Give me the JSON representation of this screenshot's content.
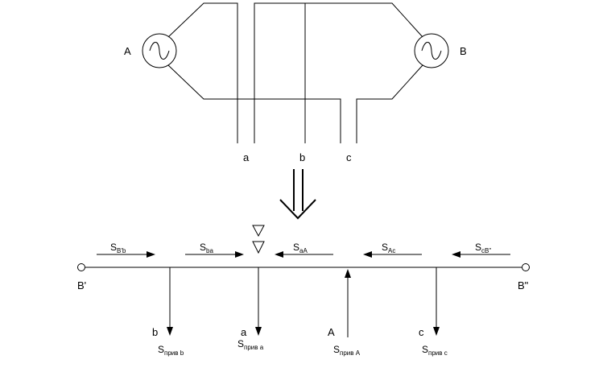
{
  "top": {
    "generator_a": "A",
    "generator_b": "B",
    "node_a": "a",
    "node_b": "b",
    "node_c": "c"
  },
  "bottom": {
    "end_left": "B'",
    "end_right": "B\"",
    "flows": [
      {
        "main": "S",
        "sub": "B'b"
      },
      {
        "main": "S",
        "sub": "ba"
      },
      {
        "main": "S",
        "sub": "aA"
      },
      {
        "main": "S",
        "sub": "Ac"
      },
      {
        "main": "S",
        "sub": "cB\""
      }
    ],
    "loads": [
      {
        "node": "b",
        "main": "S",
        "sub": "прив b"
      },
      {
        "node": "a",
        "main": "S",
        "sub": "прив a"
      },
      {
        "node": "A",
        "main": "S",
        "sub": "прив A"
      },
      {
        "node": "c",
        "main": "S",
        "sub": "прив c"
      }
    ]
  }
}
